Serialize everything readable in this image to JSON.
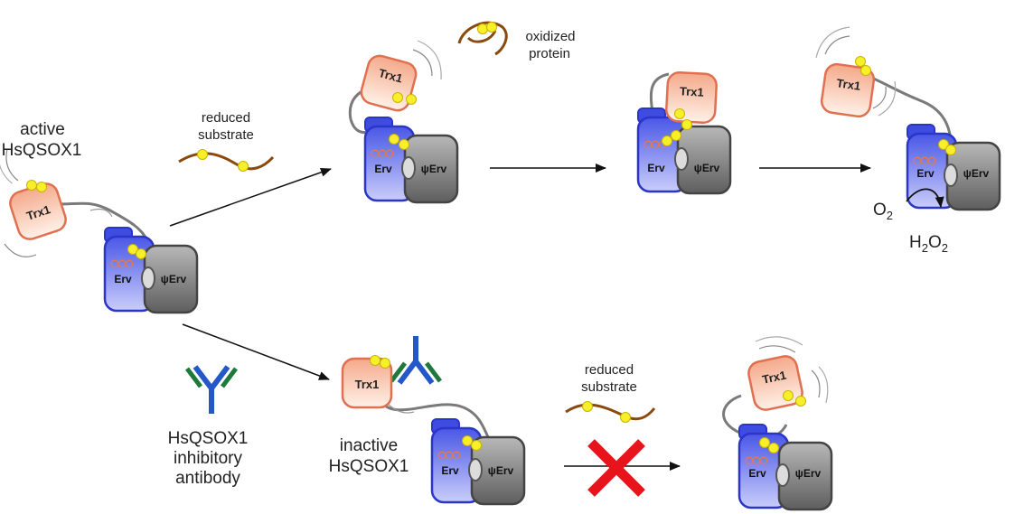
{
  "labels": {
    "active": "active",
    "hsqsox1_top": "HsQSOX1",
    "reduced": "reduced",
    "substrate": "substrate",
    "oxidized": "oxidized",
    "protein": "protein",
    "o2": "O",
    "o2_sub": "2",
    "h2o2_h": "H",
    "h2o2_2a": "2",
    "h2o2_o": "O",
    "h2o2_2b": "2",
    "reduced_b": "reduced",
    "substrate_b": "substrate",
    "ab_1": "HsQSOX1",
    "ab_2": "inhibitory",
    "ab_3": "antibody",
    "inactive": "inactive",
    "hsqsox1_bottom": "HsQSOX1"
  },
  "domains": {
    "trx": "Trx1",
    "erv": "Erv",
    "psi_erv": "ψErv"
  },
  "colors": {
    "trx_fill_top": "#f4a98a",
    "trx_fill_bottom": "#fff1e8",
    "trx_stroke": "#e07050",
    "erv_fill_top": "#4a57e6",
    "erv_fill_bottom": "#c9cdfa",
    "erv_stroke": "#2b35c9",
    "psi_fill_top": "#b8b8b8",
    "psi_fill_bottom": "#5e5e5e",
    "psi_stroke": "#444444",
    "cys": "#f7ef2a",
    "substrate": "#8a4a0e",
    "antibody_blue": "#2458c8",
    "antibody_green": "#1f7a3a",
    "cross": "#e8141c"
  }
}
